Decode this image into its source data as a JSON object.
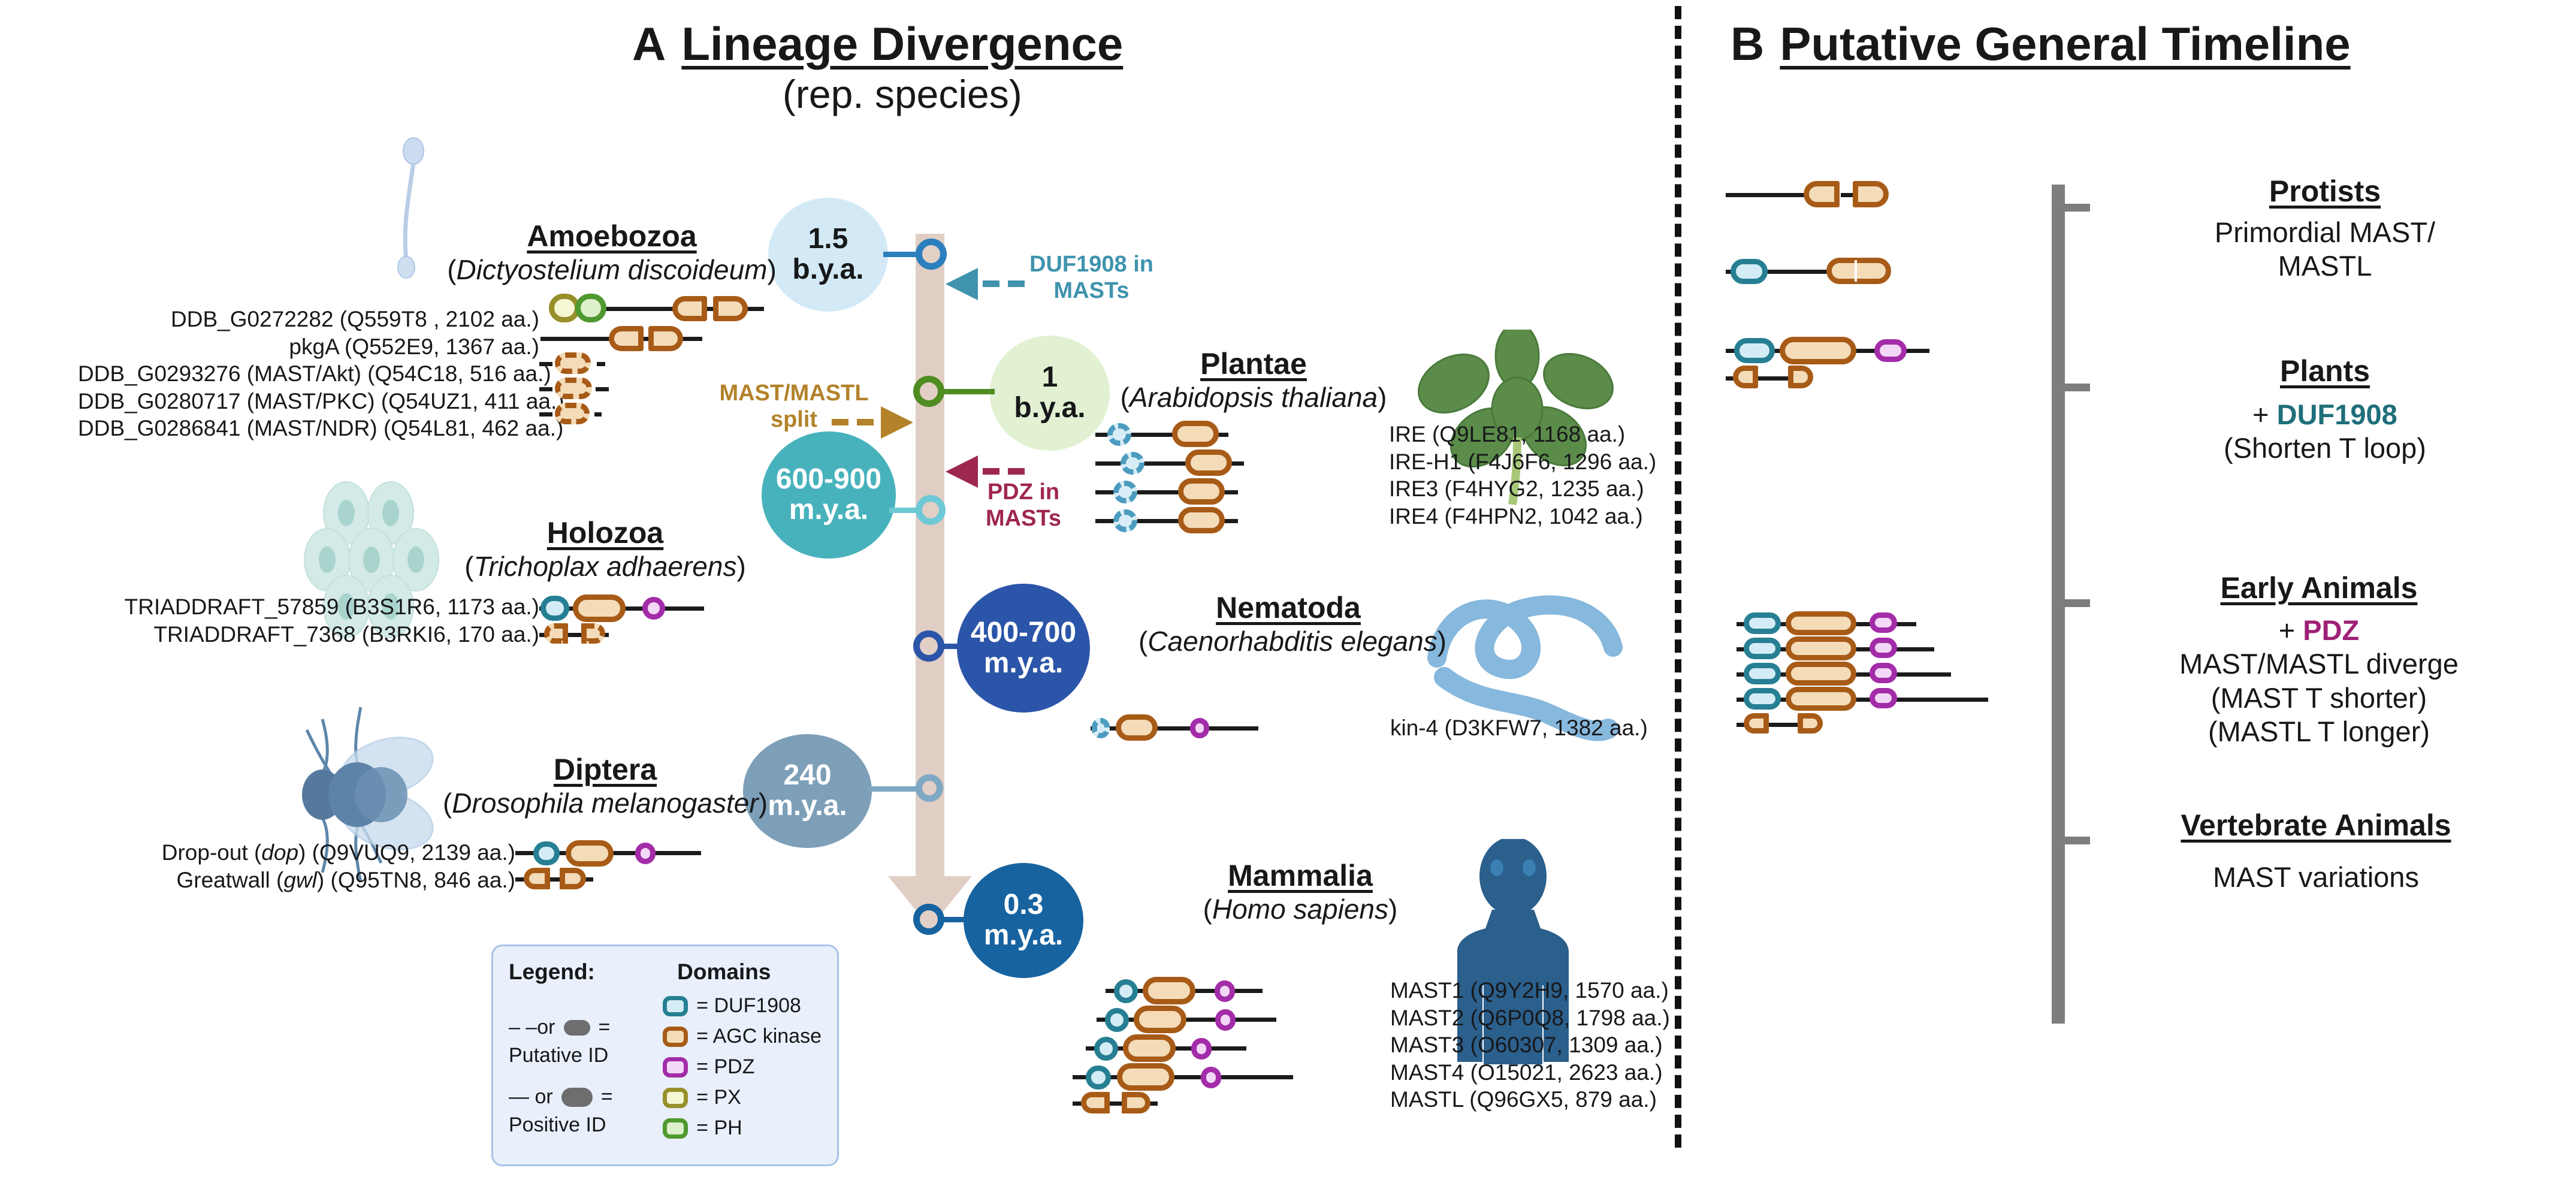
{
  "panelA": {
    "letter": "A",
    "title": "Lineage Divergence",
    "subtitle": "(rep. species)",
    "taxa": [
      {
        "name": "Amoebozoa",
        "species_open": "(",
        "species": "Dictyostelium discoideum",
        "species_close": ")",
        "proteins": [
          "DDB_G0272282 (Q559T8 , 2102 aa.)",
          "pkgA (Q552E9, 1367 aa.)",
          "DDB_G0293276 (MAST/Akt) (Q54C18, 516 aa.)",
          "DDB_G0280717 (MAST/PKC) (Q54UZ1, 411 aa.)",
          "DDB_G0286841 (MAST/NDR) (Q54L81, 462 aa.)"
        ]
      },
      {
        "name": "Holozoa",
        "species_open": "(",
        "species": "Trichoplax adhaerens",
        "species_close": ")",
        "proteins": [
          "TRIADDRAFT_57859 (B3S1R6, 1173 aa.)",
          "TRIADDRAFT_7368 (B3RKI6, 170 aa.)"
        ]
      },
      {
        "name": "Diptera",
        "species_open": "(",
        "species": "Drosophila melanogaster",
        "species_close": ")",
        "proteins": [
          "Drop-out (dop) (Q9VUQ9, 2139 aa.)",
          "Greatwall (gwl) (Q95TN8, 846 aa.)"
        ]
      },
      {
        "name": "Plantae",
        "species_open": "(",
        "species": "Arabidopsis thaliana",
        "species_close": ")",
        "proteins": [
          "IRE (Q9LE81, 1168 aa.)",
          "IRE-H1 (F4J6F6, 1296 aa.)",
          "IRE3 (F4HYG2, 1235 aa.)",
          "IRE4 (F4HPN2, 1042 aa.)"
        ]
      },
      {
        "name": "Nematoda",
        "species_open": "(",
        "species": "Caenorhabditis elegans",
        "species_close": ")",
        "proteins": [
          "kin-4 (D3KFW7, 1382 aa.)"
        ]
      },
      {
        "name": "Mammalia",
        "species_open": "(",
        "species": "Homo sapiens",
        "species_close": ")",
        "proteins": [
          "MAST1 (Q9Y2H9, 1570 aa.)",
          "MAST2 (Q6P0Q8, 1798 aa.)",
          "MAST3 (O60307, 1309 aa.)",
          "MAST4 (O15021, 2623 aa.)",
          "MASTL (Q96GX5, 879 aa.)"
        ]
      }
    ],
    "bubbles": [
      {
        "value": "1.5",
        "unit": "b.y.a.",
        "fill": "#d3eaf6",
        "text": "#17181a",
        "node": "#2b7fbd"
      },
      {
        "value": "1",
        "unit": "b.y.a.",
        "fill": "#e1f1d2",
        "text": "#17181a",
        "node": "#4f8c22"
      },
      {
        "value": "600-900",
        "unit": "m.y.a.",
        "fill": "#48b2bc",
        "text": "#ffffff",
        "node": "#6ec9d6"
      },
      {
        "value": "400-700",
        "unit": "m.y.a.",
        "fill": "#2b55a8",
        "text": "#ffffff",
        "node": "#2b55a8"
      },
      {
        "value": "240",
        "unit": "m.y.a.",
        "fill": "#7d9fb8",
        "text": "#ffffff",
        "node": "#7fa8c4"
      },
      {
        "value": "0.3",
        "unit": "m.y.a.",
        "fill": "#1763a0",
        "text": "#ffffff",
        "node": "#1763a0"
      }
    ],
    "callouts": [
      {
        "line1": "DUF1908 in",
        "line2": "MASTs",
        "color": "#3f93ad",
        "direction": "left"
      },
      {
        "line1": "MAST/MASTL",
        "line2": "split",
        "color": "#b3822a",
        "direction": "right"
      },
      {
        "line1": "PDZ in",
        "line2": "MASTs",
        "color": "#9e2750",
        "direction": "left"
      }
    ],
    "legend": {
      "title": "Legend:",
      "domains_title": "Domains",
      "putative_or": "–  –or",
      "putative_eq": "=",
      "putative_label": "Putative ID",
      "positive_or": "—  or",
      "positive_eq": "=",
      "positive_label": "Positive ID",
      "domain_items": [
        {
          "label": "= DUF1908",
          "fill": "#d4ecf5",
          "stroke": "#267f93"
        },
        {
          "label": "= AGC kinase",
          "fill": "#f4dcb9",
          "stroke": "#a75b17"
        },
        {
          "label": "= PDZ",
          "fill": "#f2d8f6",
          "stroke": "#a32ca8"
        },
        {
          "label": "= PX",
          "fill": "#f4f6d4",
          "stroke": "#97902a"
        },
        {
          "label": "= PH",
          "fill": "#ddf0cb",
          "stroke": "#4f9930"
        }
      ]
    }
  },
  "panelB": {
    "letter": "B",
    "title": "Putative General Timeline",
    "stages": [
      {
        "heading": "Protists",
        "lines": [
          "Primordial MAST/",
          "MASTL"
        ],
        "accent_prefix": "",
        "accent_text": "",
        "accent_color": ""
      },
      {
        "heading": "Plants",
        "lines": [
          "(Shorten T loop)"
        ],
        "accent_prefix": "+ ",
        "accent_text": "DUF1908",
        "accent_color": "#1f6f7a"
      },
      {
        "heading": "Early Animals",
        "lines": [
          "MAST/MASTL diverge",
          "(MAST T shorter)",
          "(MASTL T longer)"
        ],
        "accent_prefix": "+ ",
        "accent_text": "PDZ",
        "accent_color": "#9e2175"
      },
      {
        "heading": "Vertebrate Animals",
        "lines": [
          "MAST variations"
        ],
        "accent_prefix": "",
        "accent_text": "",
        "accent_color": ""
      }
    ]
  },
  "colors": {
    "duf1908_fill": "#d4ecf5",
    "duf1908_stroke": "#267f93",
    "agc_fill": "#f4dcb9",
    "agc_stroke": "#a75b17",
    "pdz_fill": "#f2d8f6",
    "pdz_stroke": "#a32ca8",
    "px_fill": "#f4f6d4",
    "px_stroke": "#97902a",
    "ph_fill": "#ddf0cb",
    "ph_stroke": "#4f9930",
    "spine": "#e0cec5",
    "timeline_axis": "#7d7d7d",
    "legend_bg": "#e9f0fb",
    "legend_border": "#a9c2e8"
  }
}
